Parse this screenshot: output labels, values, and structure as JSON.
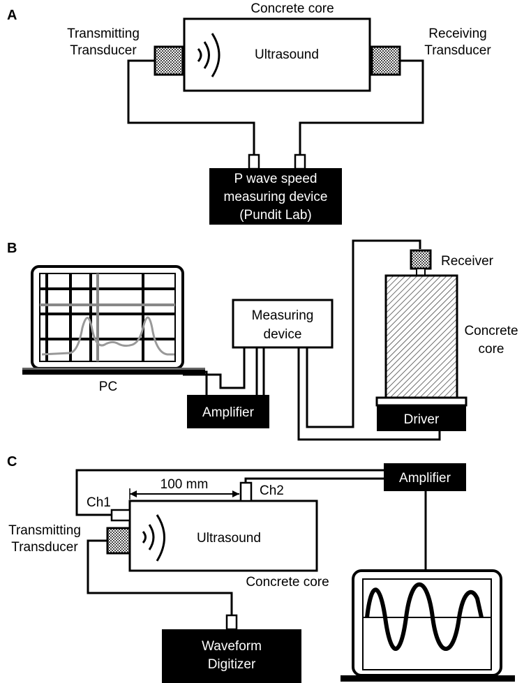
{
  "panelA": {
    "letter": "A",
    "core_title": "Concrete core",
    "core_label": "Ultrasound",
    "tx_line1": "Transmitting",
    "tx_line2": "Transducer",
    "rx_line1": "Receiving",
    "rx_line2": "Transducer",
    "device_line1": "P wave speed",
    "device_line2": "measuring device",
    "device_line3": "(Pundit Lab)"
  },
  "panelB": {
    "letter": "B",
    "pc_label": "PC",
    "measuring_line1": "Measuring",
    "measuring_line2": "device",
    "amplifier_label": "Amplifier",
    "driver_label": "Driver",
    "receiver_label": "Receiver",
    "core_line1": "Concrete",
    "core_line2": "core"
  },
  "panelC": {
    "letter": "C",
    "distance_label": "100 mm",
    "ch1_label": "Ch1",
    "ch2_label": "Ch2",
    "tx_line1": "Transmitting",
    "tx_line2": "Transducer",
    "core_label": "Ultrasound",
    "core_title": "Concrete core",
    "amplifier_label": "Amplifier",
    "digitizer_line1": "Waveform",
    "digitizer_line2": "Digitizer"
  }
}
